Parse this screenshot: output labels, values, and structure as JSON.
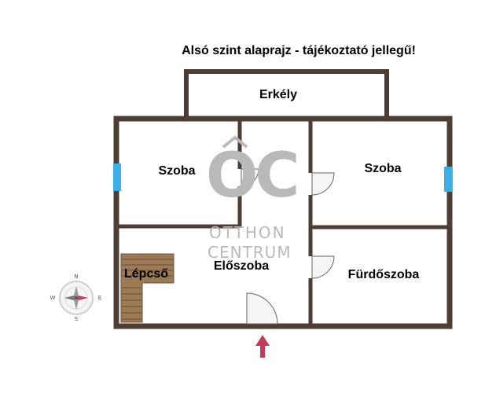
{
  "title": "Alsó szint alaprajz - tájékoztató jellegű!",
  "rooms": {
    "balcony": "Erkély",
    "room_left": "Szoba",
    "room_right": "Szoba",
    "stairs": "Lépcső",
    "hall": "Előszoba",
    "bathroom": "Fürdőszoba"
  },
  "watermark": {
    "monogram": "OC",
    "line1": "OTTHON",
    "line2": "CENTRUM"
  },
  "compass": {
    "n": "N",
    "e": "E",
    "s": "S",
    "w": "W"
  },
  "colors": {
    "wall": "#4d3d32",
    "window": "#3ab0e6",
    "stairs": "#9c7a55",
    "entrance_arrow": "#c43a5a",
    "watermark": "#b9b9b9"
  }
}
